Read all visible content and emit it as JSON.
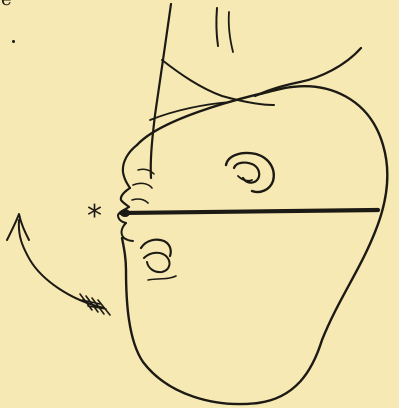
{
  "figure": {
    "top_text_fragment": "e",
    "asterisk_label": "*",
    "ink_color": "#1c1a14",
    "paper_color": "#f7e9b3",
    "elements": [
      "neck-outline",
      "head-outline",
      "face-profile",
      "ear-drawing",
      "mouth-chin-drawing",
      "axis-line",
      "rotation-arrow"
    ]
  }
}
